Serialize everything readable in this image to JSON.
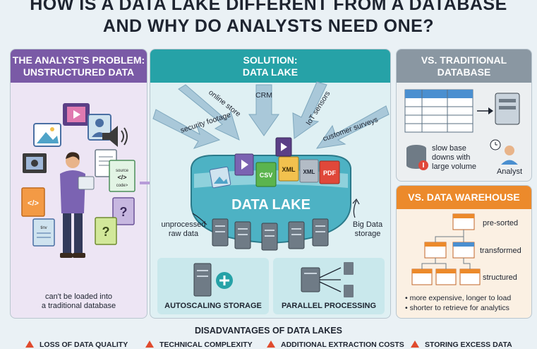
{
  "title": {
    "line1": "HOW IS A DATA LAKE DIFFERENT FROM A DATABASE",
    "line2": "AND WHY DO ANALYSTS NEED ONE?"
  },
  "problem": {
    "heading1": "THE ANALYST'S PROBLEM:",
    "heading2": "UNSTRUCTURED DATA",
    "caption1": "can't be loaded into",
    "caption2": "a traditional database",
    "doc_labels": {
      "code1": "source",
      "code2": "code>",
      "tiny": "tinv"
    }
  },
  "solution": {
    "heading1": "SOLUTION:",
    "heading2": "DATA LAKE",
    "sources": [
      "security footage",
      "online store",
      "CRM",
      "IoT sensors",
      "customer surveys"
    ],
    "file_tags": [
      "CSV",
      "XML",
      "XML",
      "PDF"
    ],
    "lake_label": "DATA LAKE",
    "left_note1": "unprocessed",
    "left_note2": "raw data",
    "right_note1": "Big Data",
    "right_note2": "storage",
    "sub1_label": "AUTOSCALING STORAGE",
    "sub2_label": "PARALLEL PROCESSING"
  },
  "traditional": {
    "heading1": "VS. TRADITIONAL",
    "heading2": "DATABASE",
    "slow1": "slow base",
    "slow2": "downs with",
    "slow3": "large volume",
    "analyst": "Analyst"
  },
  "warehouse": {
    "heading": "VS. DATA WAREHOUSE",
    "label1": "pre-sorted",
    "label2": "transformed",
    "label3": "structured",
    "bullet1": "• more expensive, longer to load",
    "bullet2": "• shorter to retrieve for analytics"
  },
  "disadvantages": {
    "heading": "DISADVANTAGES OF DATA LAKES",
    "items": [
      "LOSS OF DATA QUALITY",
      "TECHNICAL COMPLEXITY",
      "ADDITIONAL EXTRACTION COSTS",
      "STORING EXCESS DATA"
    ]
  },
  "colors": {
    "purple": "#7a5aa6",
    "teal": "#26a2a7",
    "gray": "#8a97a2",
    "orange": "#ec8a2b",
    "warning": "#e04b2e"
  }
}
